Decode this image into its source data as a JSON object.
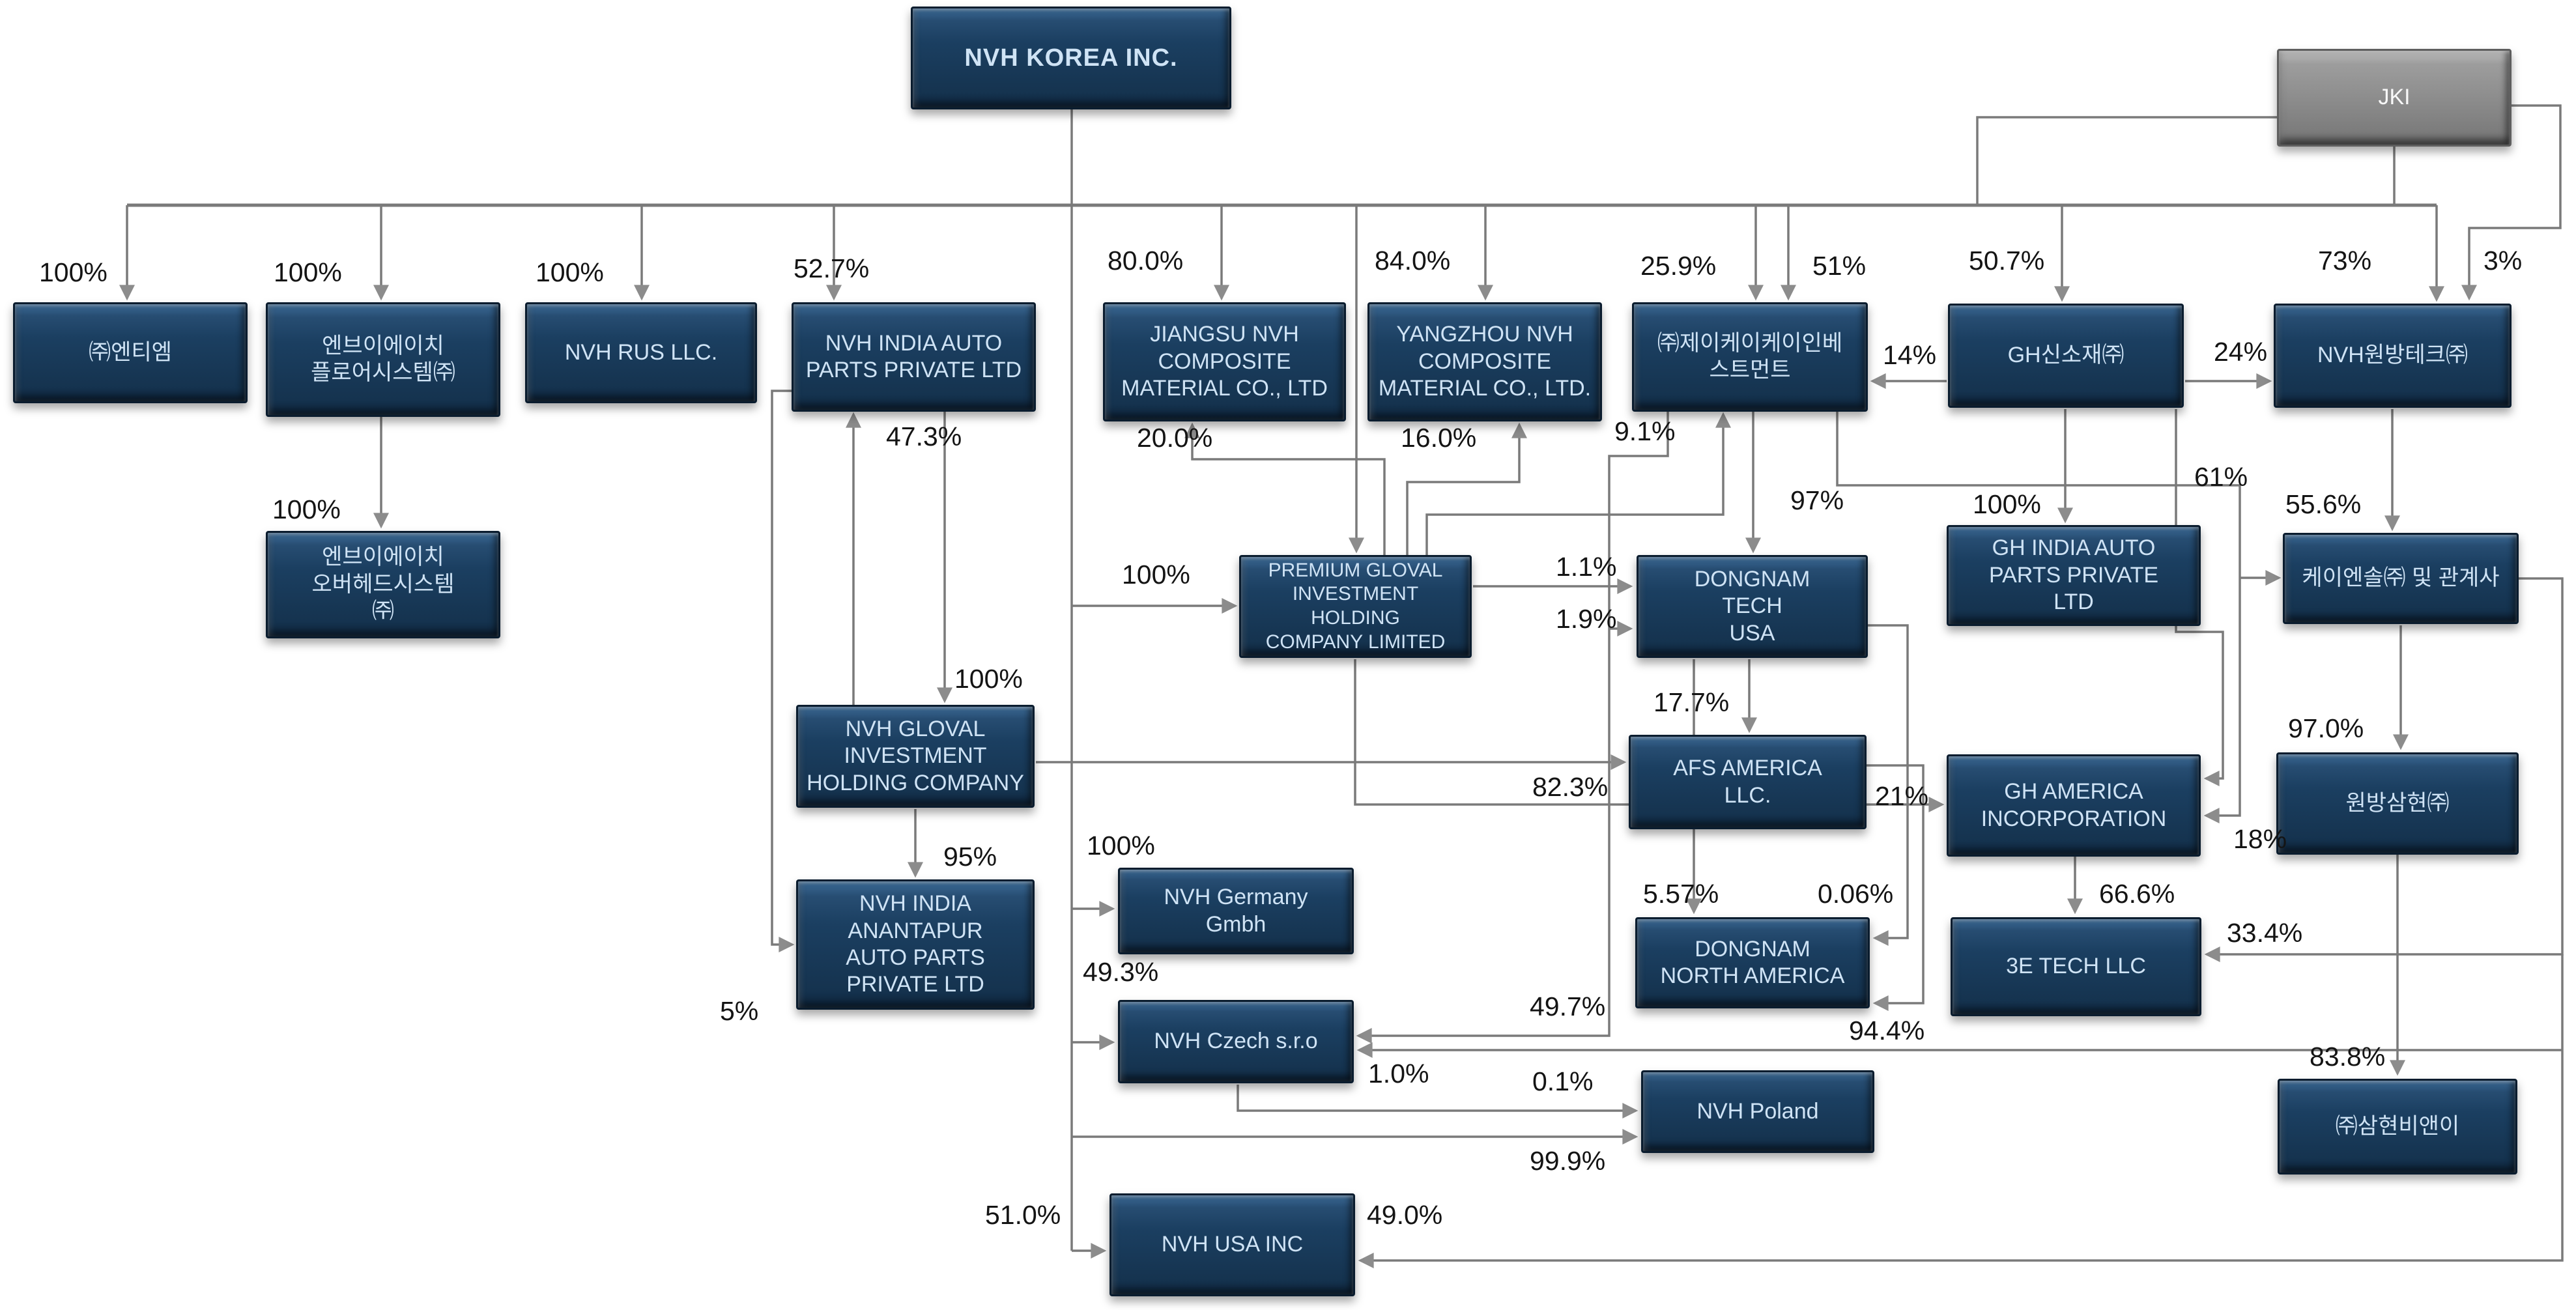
{
  "diagram_title": "NVH KOREA INC. corporate ownership structure",
  "colors": {
    "box_navy": "#1b3f61",
    "box_navy_light": "#3c6b97",
    "box_gray": "#8d8d8d",
    "box_text": "#cfe3f5",
    "line_gray": "#7a7a7a",
    "label_text": "#141414",
    "background": "#ffffff"
  },
  "nodes": {
    "korea": {
      "label": "NVH KOREA INC."
    },
    "jki": {
      "label": "JKI"
    },
    "entiem": {
      "label": "㈜엔티엠"
    },
    "floor": {
      "label": "엔브이에이치\n플로어시스템㈜"
    },
    "rus": {
      "label": "NVH RUS LLC."
    },
    "india": {
      "label": "NVH INDIA AUTO\nPARTS PRIVATE LTD"
    },
    "jiangsu": {
      "label": "JIANGSU NVH\nCOMPOSITE\nMATERIAL CO., LTD"
    },
    "yangzhou": {
      "label": "YANGZHOU NVH\nCOMPOSITE\nMATERIAL CO., LTD."
    },
    "jkk": {
      "label": "㈜제이케이케이인베\n스트먼트"
    },
    "ghsinsojae": {
      "label": "GH신소재㈜"
    },
    "wonbangtech": {
      "label": "NVH원방테크㈜"
    },
    "overhead": {
      "label": "엔브이에이치\n오버헤드시스템\n㈜"
    },
    "premium": {
      "label": "PREMIUM GLOVAL\nINVESTMENT\nHOLDING\nCOMPANY LIMITED"
    },
    "dongnam_tech": {
      "label": "DONGNAM\nTECH\nUSA"
    },
    "gh_india": {
      "label": "GH INDIA AUTO\nPARTS PRIVATE\nLTD"
    },
    "kns": {
      "label": "케이엔솔㈜ 및 관계사"
    },
    "gloval": {
      "label": "NVH GLOVAL\nINVESTMENT\nHOLDING COMPANY"
    },
    "afs": {
      "label": "AFS AMERICA\nLLC."
    },
    "gh_america": {
      "label": "GH AMERICA\nINCORPORATION"
    },
    "wonbang_samhyun": {
      "label": "원방삼현㈜"
    },
    "anantapur": {
      "label": "NVH INDIA\nANANTAPUR\nAUTO PARTS\nPRIVATE LTD"
    },
    "germany": {
      "label": "NVH Germany\nGmbh"
    },
    "dongnam_na": {
      "label": "DONGNAM\nNORTH AMERICA"
    },
    "tech3e": {
      "label": "3E TECH LLC"
    },
    "czech": {
      "label": "NVH Czech s.r.o"
    },
    "poland": {
      "label": "NVH Poland"
    },
    "samhyun_bne": {
      "label": "㈜삼현비앤이"
    },
    "usa": {
      "label": "NVH USA INC"
    }
  },
  "pcts": {
    "entiem_100": "100%",
    "floor_100": "100%",
    "rus_100": "100%",
    "india_527": "52.7%",
    "jiangsu_800": "80.0%",
    "yangzhou_840": "84.0%",
    "jkk_259": "25.9%",
    "jkk_51": "51%",
    "gh_507": "50.7%",
    "wb_73": "73%",
    "wb_3": "3%",
    "p14": "14%",
    "p24": "24%",
    "overhead_100": "100%",
    "p473": "47.3%",
    "p200": "20.0%",
    "p160": "16.0%",
    "p91": "9.1%",
    "p97": "97%",
    "ghindia_100": "100%",
    "p61": "61%",
    "p556": "55.6%",
    "premium_100": "100%",
    "p11": "1.1%",
    "p19": "1.9%",
    "gloval_100": "100%",
    "p177": "17.7%",
    "p823": "82.3%",
    "p21": "21%",
    "p18": "18%",
    "p970": "97.0%",
    "p95": "95%",
    "germany_100": "100%",
    "p5": "5%",
    "p557": "5.57%",
    "p006": "0.06%",
    "p666": "66.6%",
    "p334": "33.4%",
    "p944": "94.4%",
    "p493": "49.3%",
    "p497": "49.7%",
    "p10": "1.0%",
    "p01": "0.1%",
    "p999": "99.9%",
    "p838": "83.8%",
    "p510": "51.0%",
    "p490": "49.0%"
  },
  "edges": [
    {
      "from": "korea",
      "to": "entiem",
      "pct": "100%"
    },
    {
      "from": "korea",
      "to": "floor",
      "pct": "100%"
    },
    {
      "from": "korea",
      "to": "rus",
      "pct": "100%"
    },
    {
      "from": "korea",
      "to": "india",
      "pct": "52.7%"
    },
    {
      "from": "korea",
      "to": "jiangsu",
      "pct": "80.0%"
    },
    {
      "from": "korea",
      "to": "yangzhou",
      "pct": "84.0%"
    },
    {
      "from": "korea",
      "to": "jkk",
      "pct": "25.9%"
    },
    {
      "from": "jki",
      "to": "jkk",
      "pct": "51%"
    },
    {
      "from": "korea",
      "to": "ghsinsojae",
      "pct": "50.7%"
    },
    {
      "from": "korea",
      "to": "wonbangtech",
      "pct": "73%"
    },
    {
      "from": "jki",
      "to": "wonbangtech",
      "pct": "3%"
    },
    {
      "from": "ghsinsojae",
      "to": "jkk",
      "pct": "14%"
    },
    {
      "from": "ghsinsojae",
      "to": "wonbangtech",
      "pct": "24%"
    },
    {
      "from": "floor",
      "to": "overhead",
      "pct": "100%"
    },
    {
      "from": "gloval",
      "to": "india",
      "pct": "47.3%"
    },
    {
      "from": "india",
      "to": "gloval",
      "pct": "100%"
    },
    {
      "from": "korea",
      "to": "premium",
      "pct": "100%"
    },
    {
      "from": "premium",
      "to": "jiangsu",
      "pct": "20.0%"
    },
    {
      "from": "premium",
      "to": "yangzhou",
      "pct": "16.0%"
    },
    {
      "from": "premium",
      "to": "jkk",
      "pct": "9.1%"
    },
    {
      "from": "premium",
      "to": "dongnam_tech",
      "pct": "1.1%"
    },
    {
      "from": "jkk",
      "to": "dongnam_tech",
      "pct": "1.9%"
    },
    {
      "from": "jkk",
      "to": "dongnam_tech",
      "pct": "97%"
    },
    {
      "from": "ghsinsojae",
      "to": "gh_india",
      "pct": "100%"
    },
    {
      "from": "ghsinsojae",
      "to": "gh_america",
      "pct": "61%"
    },
    {
      "from": "wonbangtech",
      "to": "kns",
      "pct": "55.6%"
    },
    {
      "from": "kns",
      "to": "wonbang_samhyun",
      "pct": "97.0%"
    },
    {
      "from": "jkk",
      "to": "gh_america",
      "pct": "18%"
    },
    {
      "from": "dongnam_tech",
      "to": "afs",
      "pct": "17.7%"
    },
    {
      "from": "gloval",
      "to": "afs",
      "pct": "82.3%"
    },
    {
      "from": "premium",
      "to": "gh_america",
      "pct": "21%"
    },
    {
      "from": "gloval",
      "to": "anantapur",
      "pct": "95%"
    },
    {
      "from": "india",
      "to": "anantapur",
      "pct": "5%"
    },
    {
      "from": "dongnam_tech",
      "to": "dongnam_na",
      "pct": "5.57%"
    },
    {
      "from": "dongnam_tech",
      "to": "dongnam_na",
      "pct": "0.06%"
    },
    {
      "from": "afs",
      "to": "dongnam_na",
      "pct": "94.4%"
    },
    {
      "from": "gh_america",
      "to": "tech3e",
      "pct": "66.6%"
    },
    {
      "from": "kns",
      "to": "tech3e",
      "pct": "33.4%"
    },
    {
      "from": "korea",
      "to": "germany",
      "pct": "100%"
    },
    {
      "from": "korea",
      "to": "czech",
      "pct": "49.3%"
    },
    {
      "from": "jkk",
      "to": "czech",
      "pct": "49.7%"
    },
    {
      "from": "czech",
      "to": "poland",
      "pct": "1.0%"
    },
    {
      "from": "czech",
      "to": "poland",
      "pct": "0.1%"
    },
    {
      "from": "korea",
      "to": "poland",
      "pct": "99.9%"
    },
    {
      "from": "wonbang_samhyun",
      "to": "samhyun_bne",
      "pct": "83.8%"
    },
    {
      "from": "korea",
      "to": "usa",
      "pct": "51.0%"
    },
    {
      "from": "kns",
      "to": "usa",
      "pct": "49.0%"
    }
  ]
}
